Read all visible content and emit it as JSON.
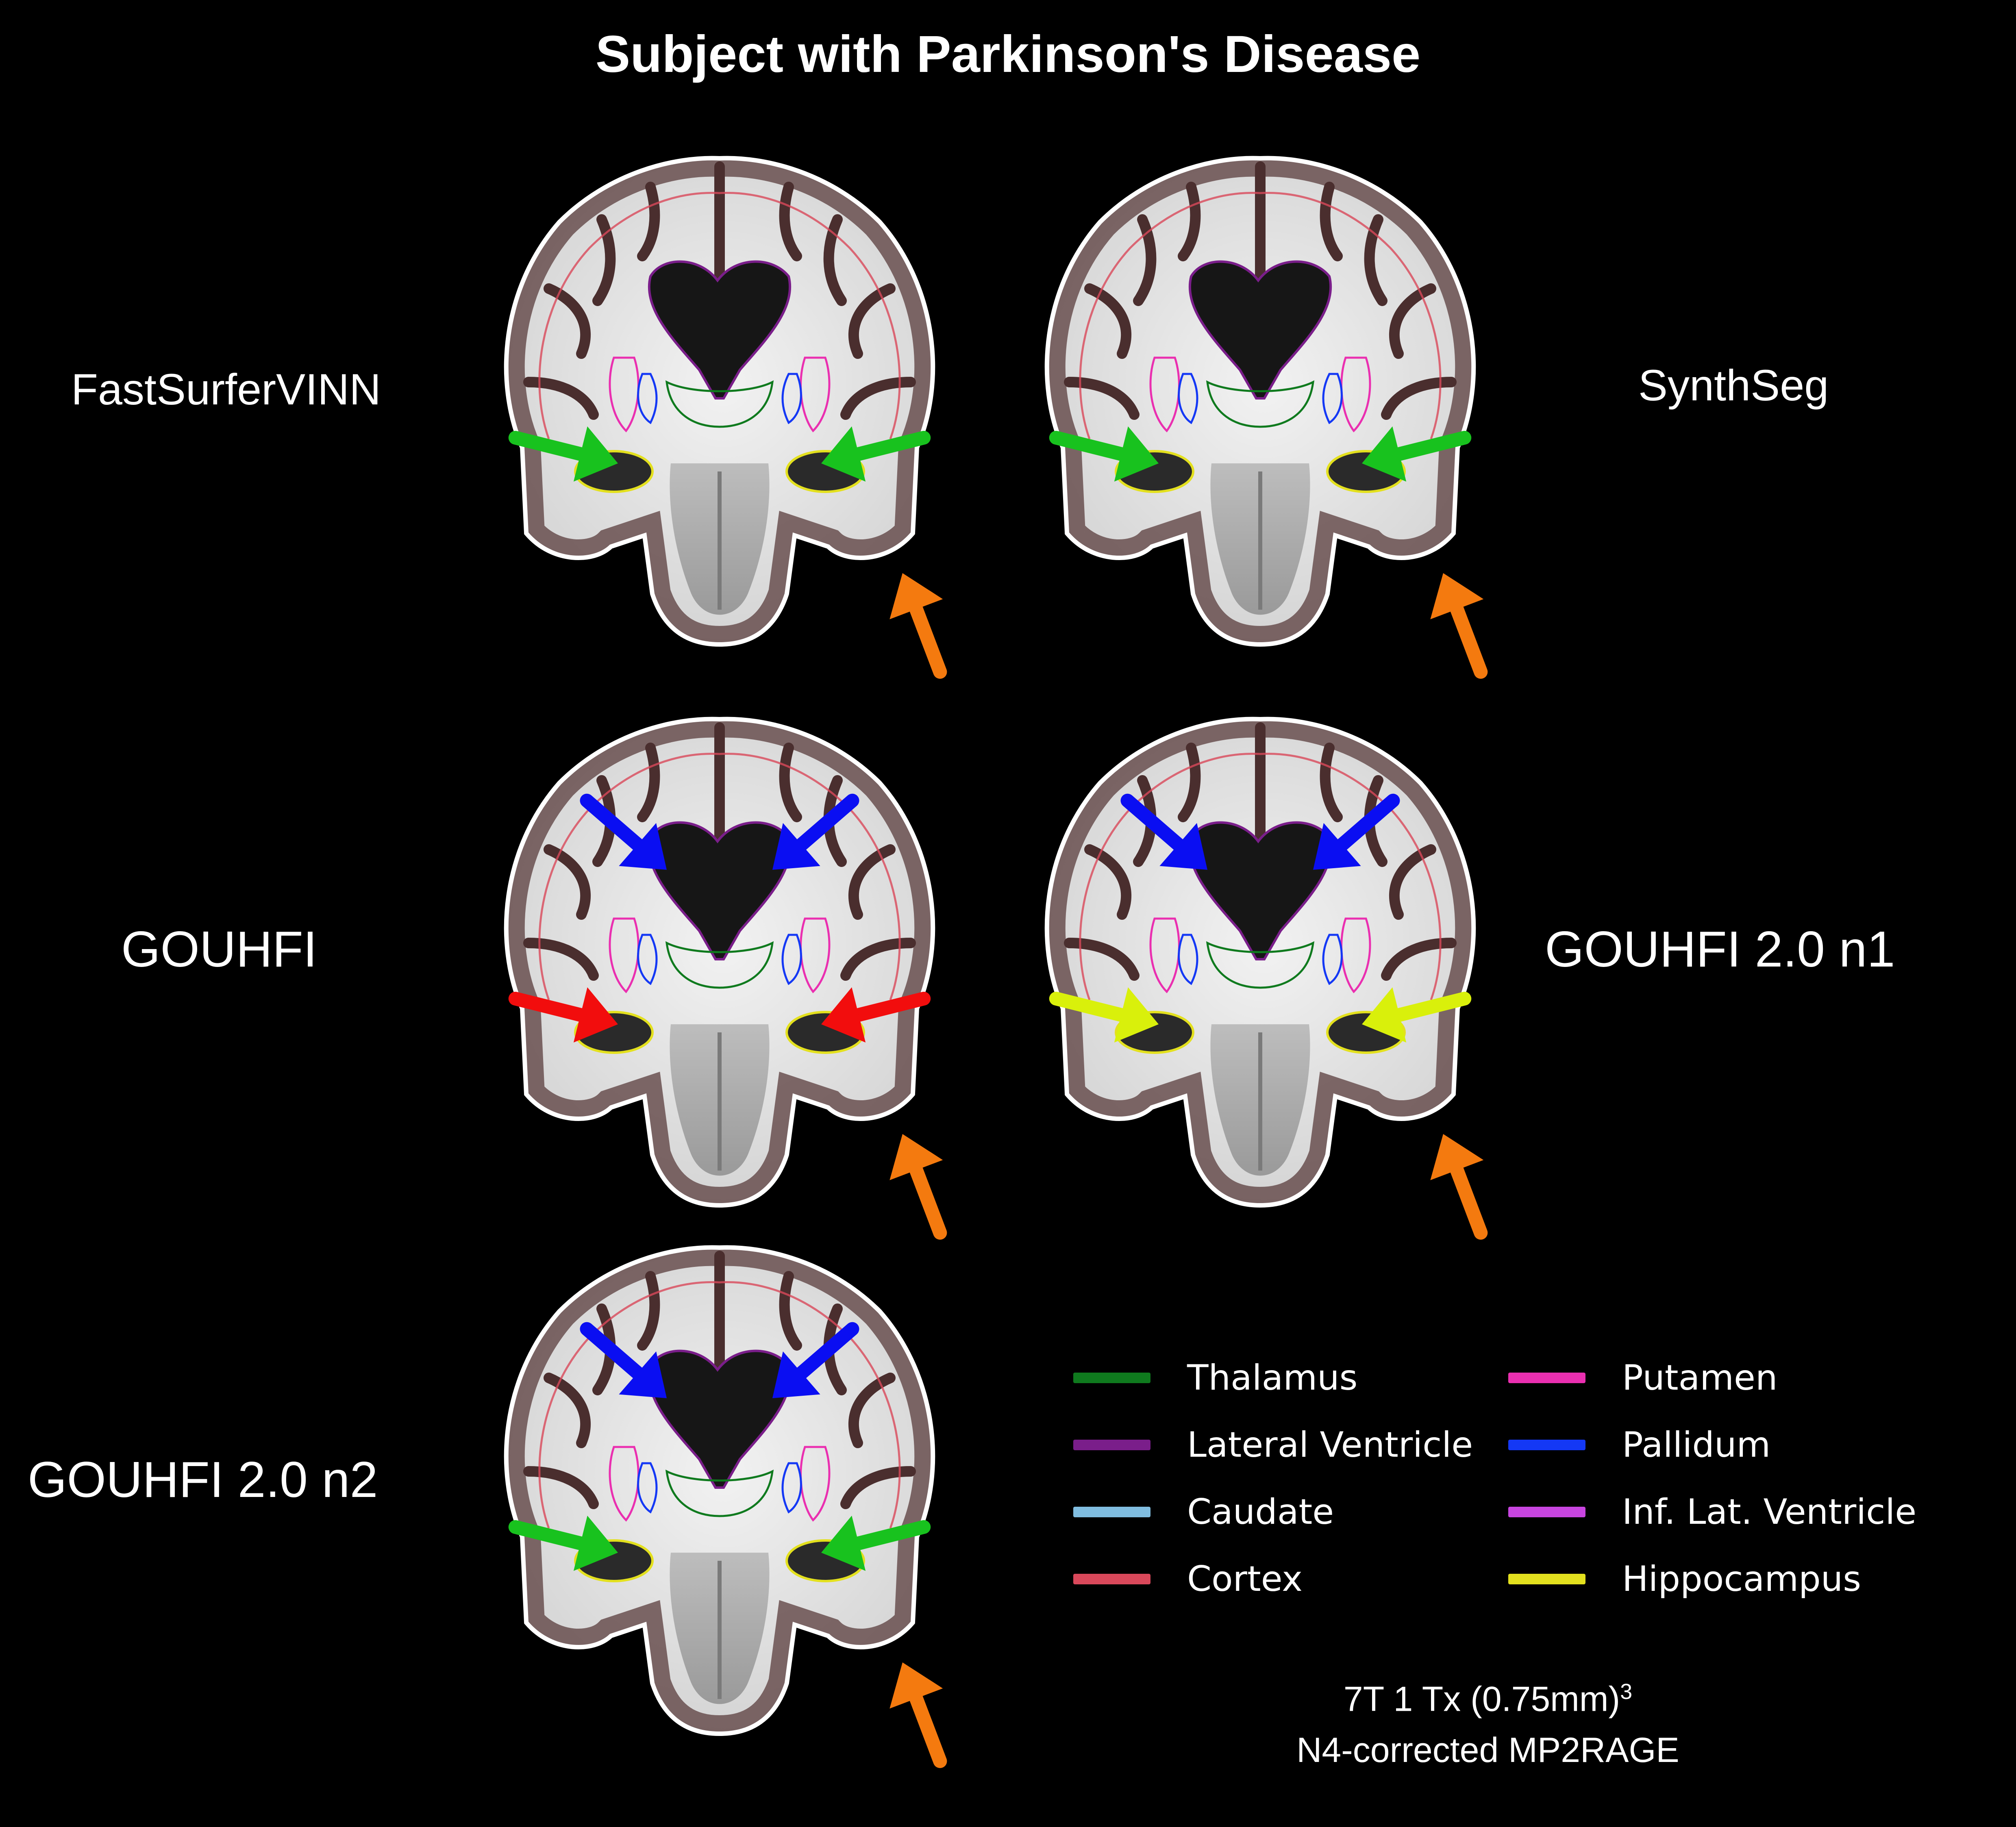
{
  "title": "Subject with Parkinson's Disease",
  "panels": [
    {
      "id": "fastsurfervinn",
      "label": "FastSurferVINN",
      "arrows": [
        "green-left",
        "green-right",
        "orange-bottom"
      ]
    },
    {
      "id": "synthseg",
      "label": "SynthSeg",
      "arrows": [
        "green-left",
        "green-right",
        "orange-bottom"
      ]
    },
    {
      "id": "gouhfi",
      "label": "GOUHFI",
      "arrows": [
        "blue-left",
        "blue-right",
        "red-left",
        "red-right",
        "orange-bottom"
      ]
    },
    {
      "id": "gouhfi-2-0-n1",
      "label": "GOUHFI 2.0 n1",
      "arrows": [
        "blue-left",
        "blue-right",
        "yellow-left",
        "yellow-right",
        "orange-bottom"
      ]
    },
    {
      "id": "gouhfi-2-0-n2",
      "label": "GOUHFI 2.0 n2",
      "arrows": [
        "blue-left",
        "blue-right",
        "green-left",
        "green-right",
        "orange-bottom"
      ]
    }
  ],
  "legend": [
    {
      "label": "Thalamus",
      "color": "#0f7a1e"
    },
    {
      "label": "Lateral Ventricle",
      "color": "#7a1e8a"
    },
    {
      "label": "Caudate",
      "color": "#80bde0"
    },
    {
      "label": "Cortex",
      "color": "#d9485a"
    },
    {
      "label": "Putamen",
      "color": "#ea2fb0"
    },
    {
      "label": "Pallidum",
      "color": "#1438f5"
    },
    {
      "label": "Inf. Lat. Ventricle",
      "color": "#c845e0"
    },
    {
      "label": "Hippocampus",
      "color": "#e3e01e"
    }
  ],
  "caption": {
    "line1": "7T 1 Tx (0.75mm)",
    "line1_sup": "3",
    "line2": "N4-corrected MP2RAGE"
  },
  "arrow_colors": {
    "green": "#18c21e",
    "orange": "#f47a0f",
    "blue": "#0a0ef2",
    "red": "#f20d0d",
    "yellow": "#d9f00b"
  }
}
